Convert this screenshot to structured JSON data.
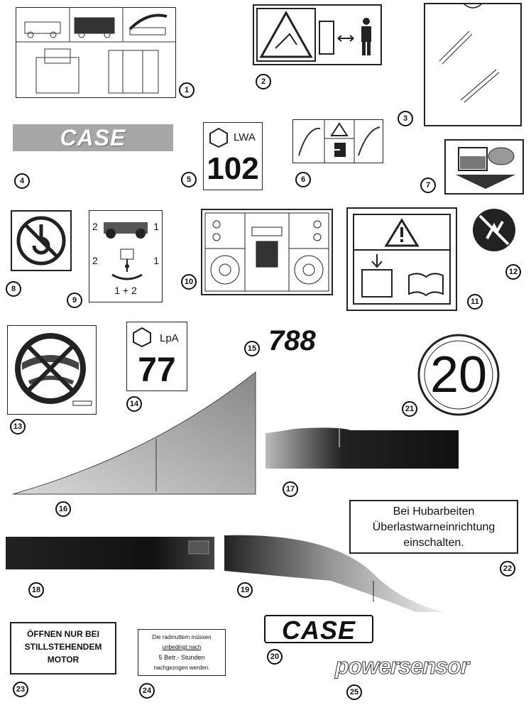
{
  "decals": {
    "d4_logo": "CASE",
    "d5_label": "LWA",
    "d5_value": "102",
    "d9_top_left": "2",
    "d9_top_right": "1",
    "d9_mid_left": "2",
    "d9_mid_right": "1",
    "d9_bottom": "1 + 2",
    "d14_label": "LpA",
    "d14_value": "77",
    "d15_model": "788",
    "d20_logo": "CASE",
    "d21_speed": "20",
    "d22_lines": [
      "Bei Hubarbeiten",
      "Überlastwarneinrichtung",
      "einschalten."
    ],
    "d23_lines": [
      "ÖFFNEN NUR BEI",
      "STILLSTEHENDEM",
      "MOTOR"
    ],
    "d24_lines": [
      "Die radmuttern müssen",
      "unbedingt nach",
      "5 Betr.- Stunden",
      "nachgezogen werden."
    ],
    "d25_logo": "powersensor"
  },
  "callouts": [
    "1",
    "2",
    "3",
    "4",
    "5",
    "6",
    "7",
    "8",
    "9",
    "10",
    "11",
    "12",
    "13",
    "14",
    "15",
    "16",
    "17",
    "18",
    "19",
    "20",
    "21",
    "22",
    "23",
    "24",
    "25"
  ]
}
